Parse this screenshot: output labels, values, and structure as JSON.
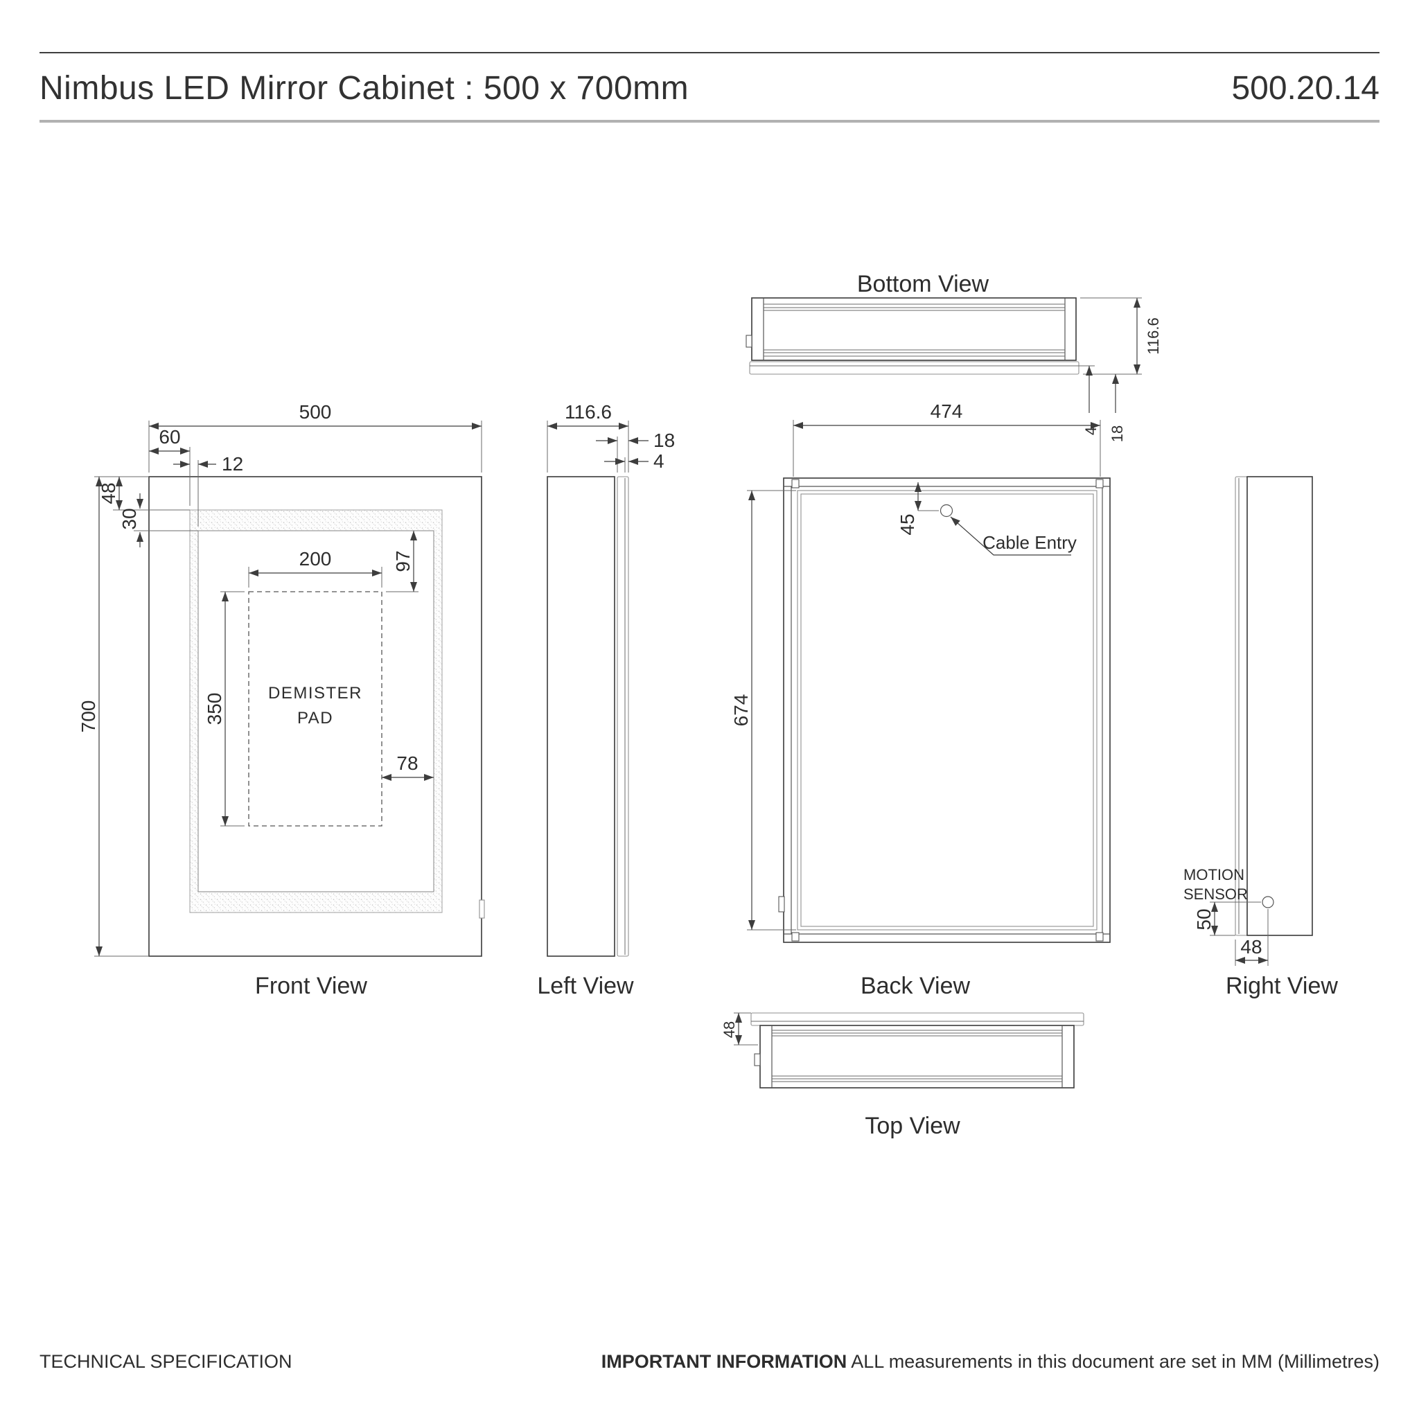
{
  "header": {
    "title": "Nimbus LED Mirror Cabinet : 500 x 700mm",
    "doc_number": "500.20.14"
  },
  "footer": {
    "left": "TECHNICAL SPECIFICATION",
    "important_label": "IMPORTANT INFORMATION",
    "important_text": " ALL measurements in this document are set in MM (Millimetres)"
  },
  "drawing": {
    "front": {
      "label": "Front View",
      "pad_line1": "DEMISTER",
      "pad_line2": "PAD",
      "dim_width": "500",
      "dim_led_inset": "60",
      "dim_frame": "12",
      "dim_top_inset": "48",
      "dim_band": "30",
      "dim_height": "700",
      "dim_pad_width": "200",
      "dim_pad_top": "97",
      "dim_pad_height": "350",
      "dim_pad_side": "78"
    },
    "left": {
      "label": "Left  View",
      "dim_depth": "116.6",
      "dim_door": "18",
      "dim_glass": "4"
    },
    "back": {
      "label": "Back View",
      "dim_width": "474",
      "dim_height": "674",
      "dim_cable": "45",
      "cable_label": "Cable Entry"
    },
    "right": {
      "label": "Right  View",
      "sensor_line1": "MOTION",
      "sensor_line2": "SENSOR",
      "dim_sensor_up": "50",
      "dim_sensor_in": "48"
    },
    "bottom": {
      "label": "Bottom View",
      "dim_depth": "116.6",
      "dim_glass": "4",
      "dim_door": "18"
    },
    "top": {
      "label": "Top View",
      "dim_front": "48"
    }
  }
}
